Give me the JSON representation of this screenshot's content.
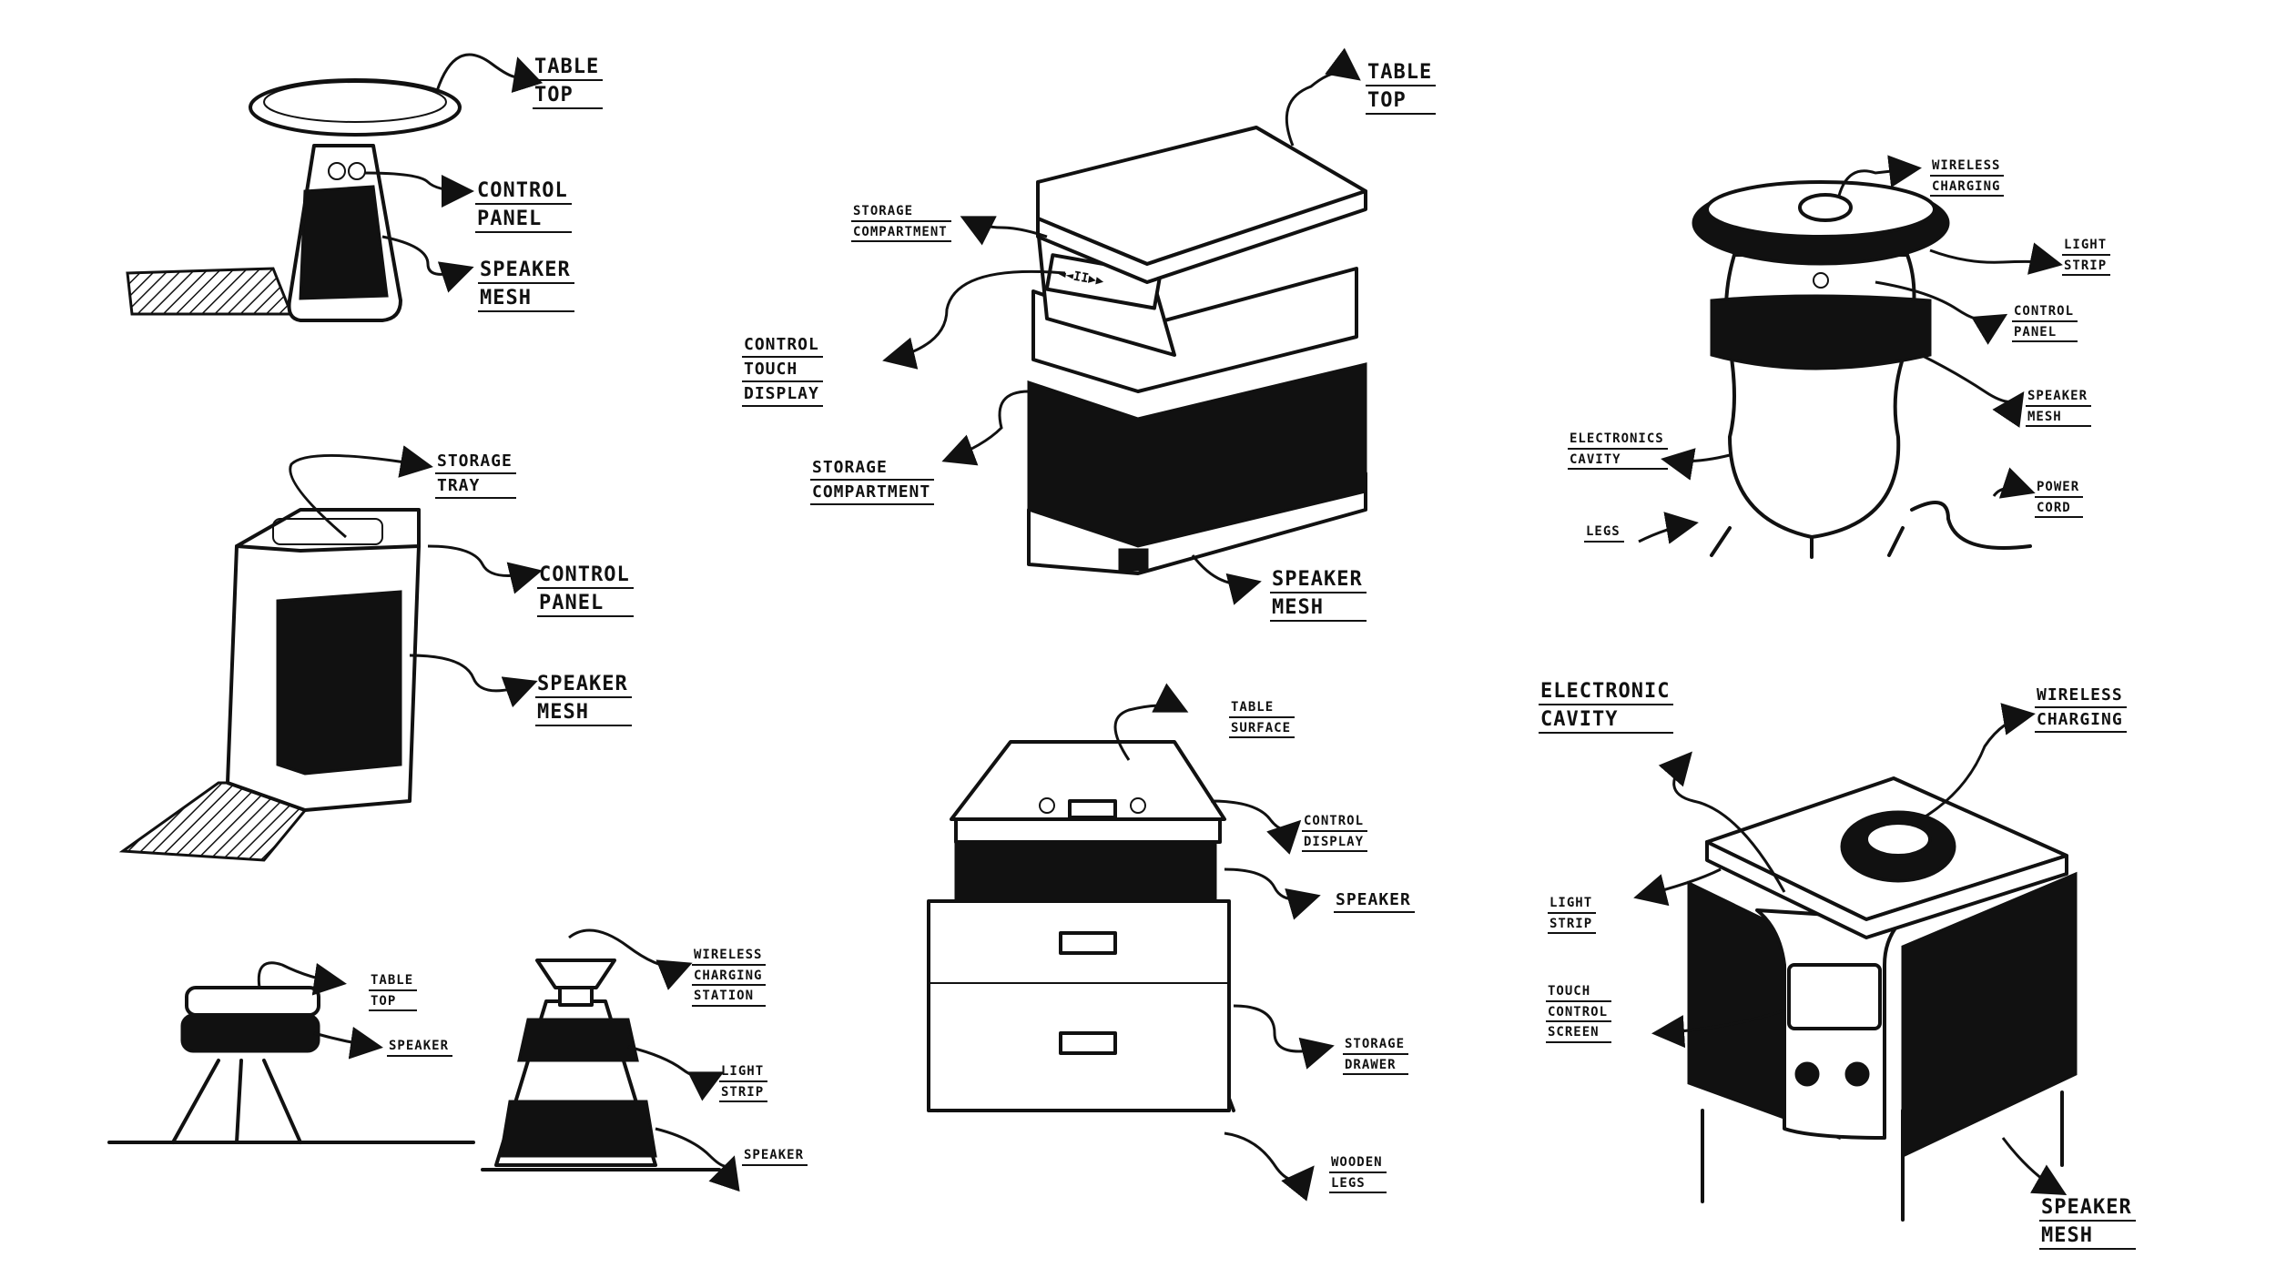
{
  "sketch1": {
    "labels": [
      [
        "TABLE",
        "TOP"
      ],
      [
        "CONTROL",
        "PANEL"
      ],
      [
        "SPEAKER",
        "MESH"
      ]
    ]
  },
  "sketch2": {
    "labels": [
      [
        "TABLE",
        "TOP"
      ],
      [
        "STORAGE",
        "COMPARTMENT"
      ],
      [
        "CONTROL",
        "TOUCH",
        "DISPLAY"
      ],
      [
        "STORAGE",
        "COMPARTMENT"
      ],
      [
        "SPEAKER",
        "MESH"
      ]
    ],
    "display_text": "◄◄II▶▶"
  },
  "sketch3": {
    "labels": [
      [
        "WIRELESS",
        "CHARGING"
      ],
      [
        "LIGHT",
        "STRIP"
      ],
      [
        "CONTROL",
        "PANEL"
      ],
      [
        "SPEAKER",
        "MESH"
      ],
      [
        "ELECTRONICS",
        "CAVITY"
      ],
      [
        "POWER",
        "CORD"
      ],
      [
        "LEGS"
      ]
    ]
  },
  "sketch4": {
    "labels": [
      [
        "STORAGE",
        "TRAY"
      ],
      [
        "CONTROL",
        "PANEL"
      ],
      [
        "SPEAKER",
        "MESH"
      ]
    ]
  },
  "sketch5": {
    "labels": [
      [
        "TABLE",
        "SURFACE"
      ],
      [
        "CONTROL",
        "DISPLAY"
      ],
      [
        "SPEAKER"
      ],
      [
        "STORAGE",
        "DRAWER"
      ],
      [
        "WOODEN",
        "LEGS"
      ]
    ]
  },
  "sketch6": {
    "labels": [
      [
        "ELECTRONIC",
        "CAVITY"
      ],
      [
        "WIRELESS",
        "CHARGING"
      ],
      [
        "LIGHT",
        "STRIP"
      ],
      [
        "TOUCH",
        "CONTROL",
        "SCREEN"
      ],
      [
        "SPEAKER",
        "MESH"
      ]
    ]
  },
  "sketch7": {
    "labels": [
      [
        "TABLE",
        "TOP"
      ],
      [
        "SPEAKER"
      ]
    ]
  },
  "sketch8": {
    "labels": [
      [
        "WIRELESS",
        "CHARGING",
        "STATION"
      ],
      [
        "LIGHT",
        "STRIP"
      ],
      [
        "SPEAKER"
      ]
    ]
  }
}
